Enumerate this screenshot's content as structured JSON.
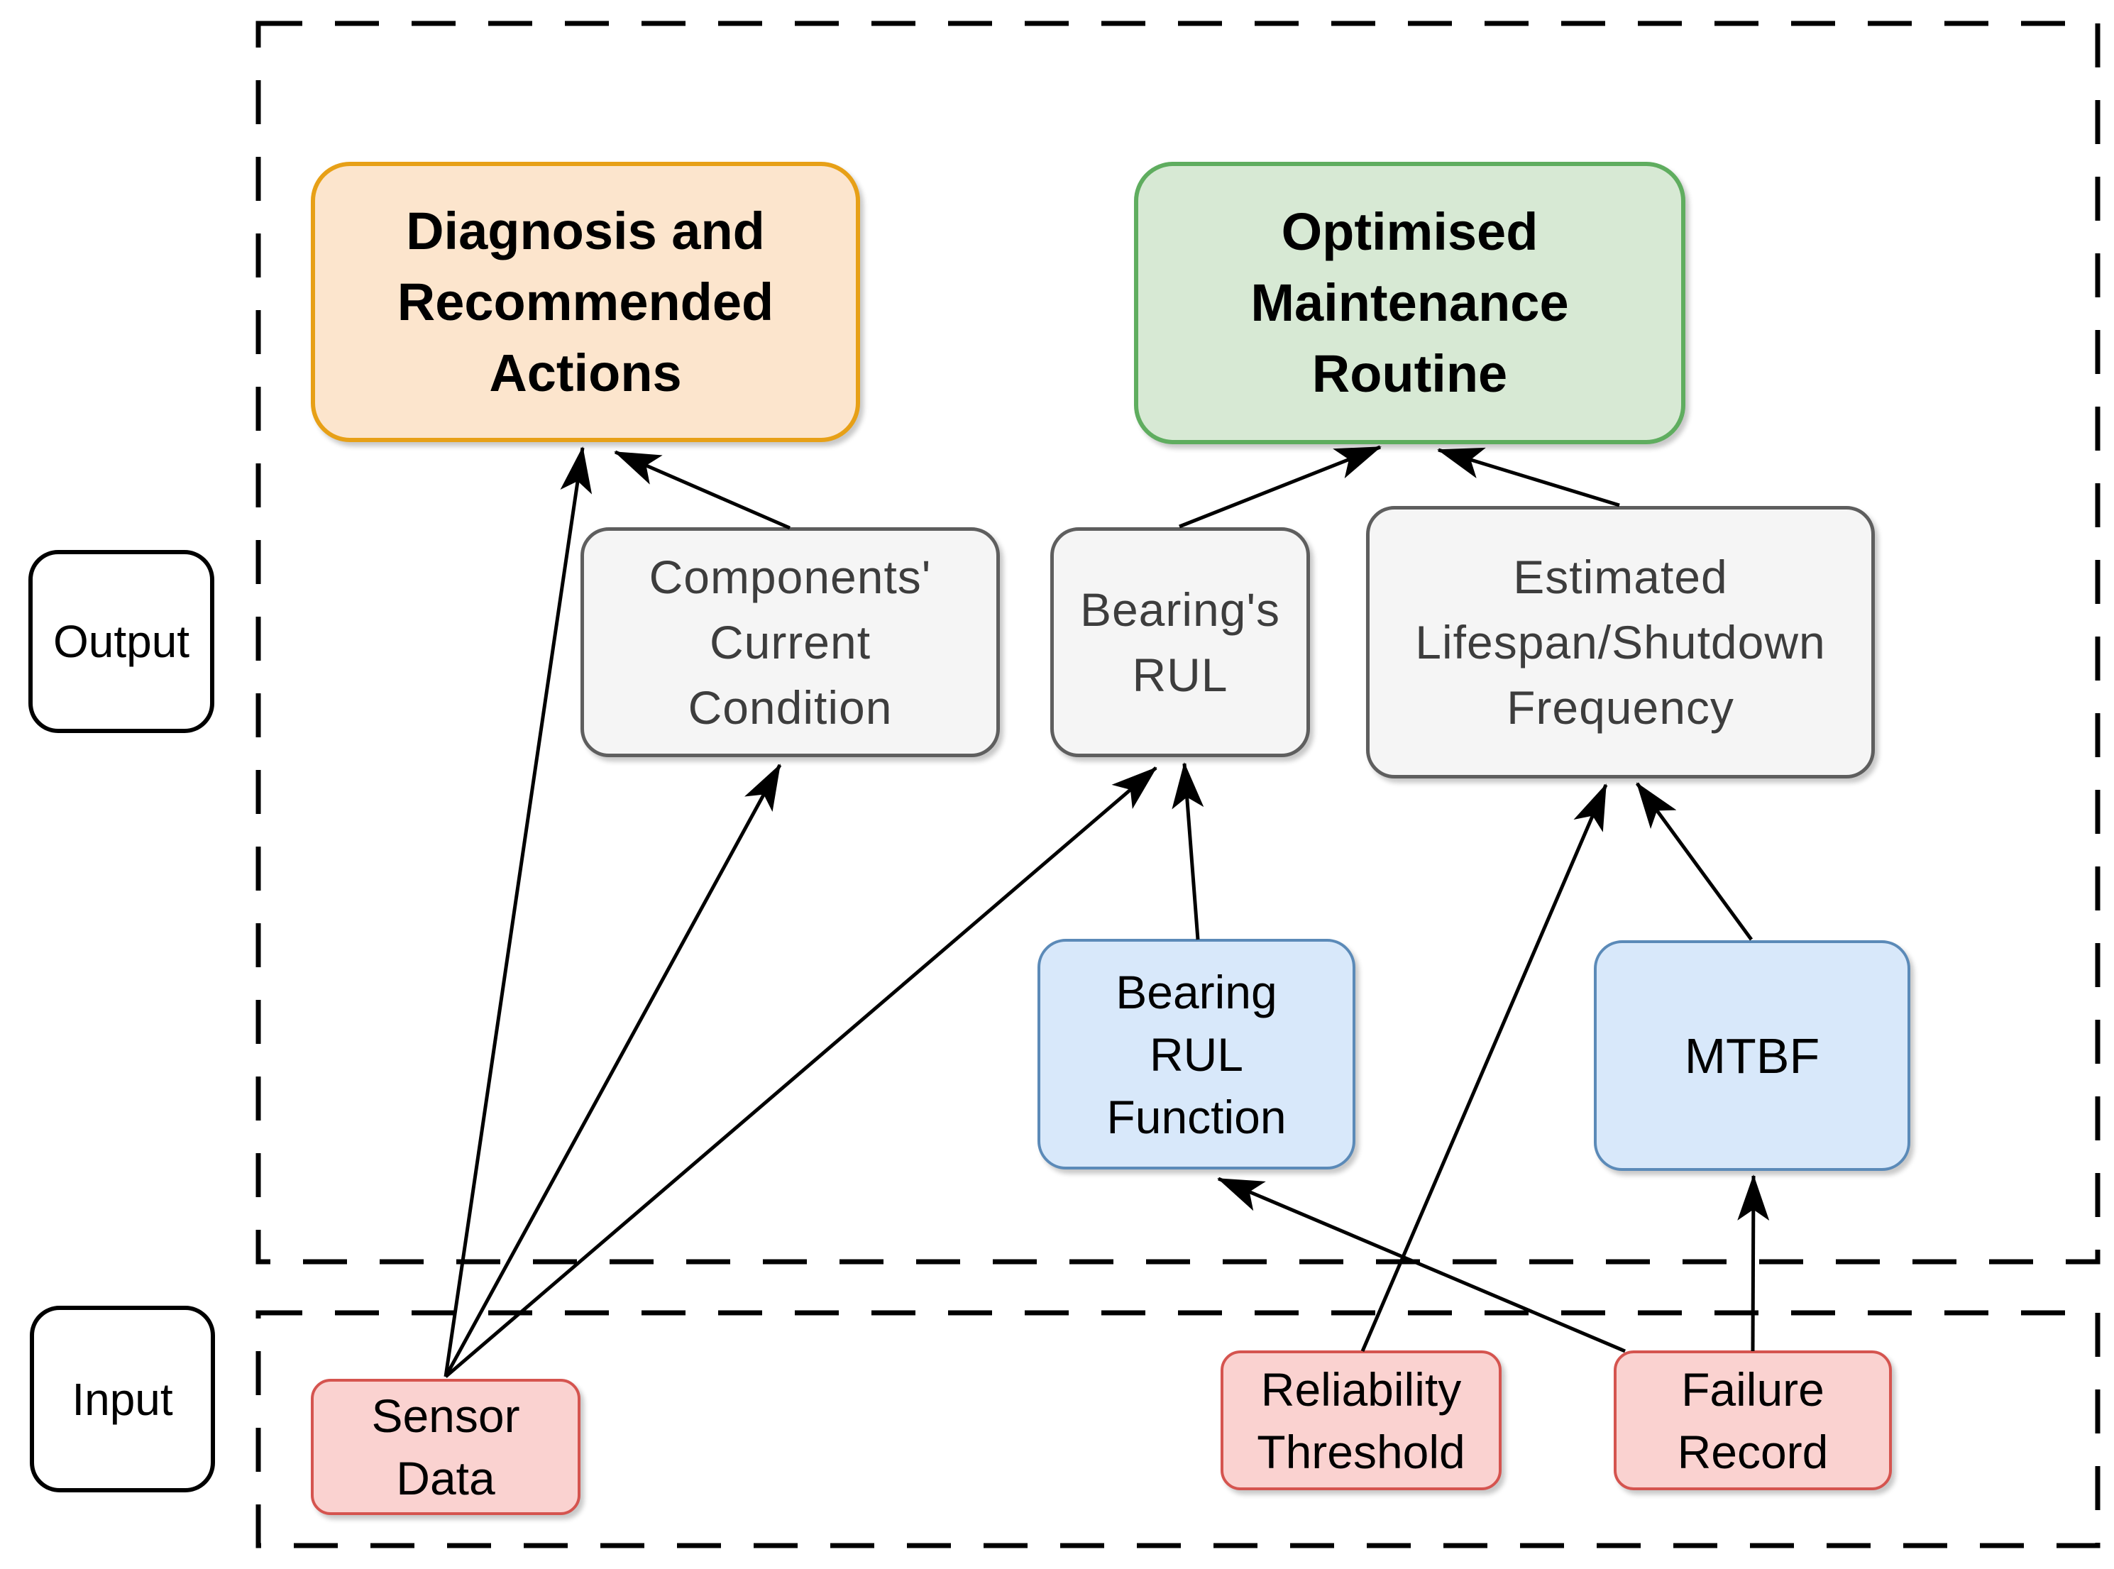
{
  "diagram": {
    "region_labels": {
      "output": "Output",
      "input": "Input"
    },
    "nodes": {
      "diagnosis": {
        "label": "Diagnosis and\nRecommended\nActions",
        "fill": "#FCE5CD",
        "stroke": "#E7A017",
        "category": "output"
      },
      "routine": {
        "label": "Optimised\nMaintenance\nRoutine",
        "fill": "#D7E9D4",
        "stroke": "#5FAD5F",
        "category": "output"
      },
      "components": {
        "label": "Components'\nCurrent\nCondition",
        "fill": "#F5F5F5",
        "stroke": "#5E5E5E",
        "category": "intermediate"
      },
      "bearing_rul": {
        "label": "Bearing's\nRUL",
        "fill": "#F5F5F5",
        "stroke": "#5E5E5E",
        "category": "intermediate"
      },
      "lifespan": {
        "label": "Estimated\nLifespan/Shutdown\nFrequency",
        "fill": "#F5F5F5",
        "stroke": "#5E5E5E",
        "category": "intermediate"
      },
      "rul_function": {
        "label": "Bearing\nRUL\nFunction",
        "fill": "#D8E8FA",
        "stroke": "#5B8AB8",
        "category": "intermediate"
      },
      "mtbf": {
        "label": "MTBF",
        "fill": "#D8E8FA",
        "stroke": "#5B8AB8",
        "category": "intermediate"
      },
      "sensor": {
        "label": "Sensor\nData",
        "fill": "#FAD2D0",
        "stroke": "#D5544F",
        "category": "input"
      },
      "reliability": {
        "label": "Reliability\nThreshold",
        "fill": "#FAD2D0",
        "stroke": "#D5544F",
        "category": "input"
      },
      "failure": {
        "label": "Failure\nRecord",
        "fill": "#FAD2D0",
        "stroke": "#D5544F",
        "category": "input"
      }
    },
    "edges": [
      {
        "from": "sensor",
        "to": "diagnosis"
      },
      {
        "from": "sensor",
        "to": "components"
      },
      {
        "from": "sensor",
        "to": "bearing_rul"
      },
      {
        "from": "components",
        "to": "diagnosis"
      },
      {
        "from": "bearing_rul",
        "to": "routine"
      },
      {
        "from": "lifespan",
        "to": "routine"
      },
      {
        "from": "rul_function",
        "to": "bearing_rul"
      },
      {
        "from": "reliability",
        "to": "lifespan"
      },
      {
        "from": "mtbf",
        "to": "lifespan"
      },
      {
        "from": "failure",
        "to": "mtbf"
      },
      {
        "from": "failure",
        "to": "rul_function"
      }
    ],
    "colors": {
      "background": "#FFFFFF",
      "arrow": "#000000",
      "dashed_border": "#000000",
      "gray_text": "#3D3D3D"
    }
  }
}
